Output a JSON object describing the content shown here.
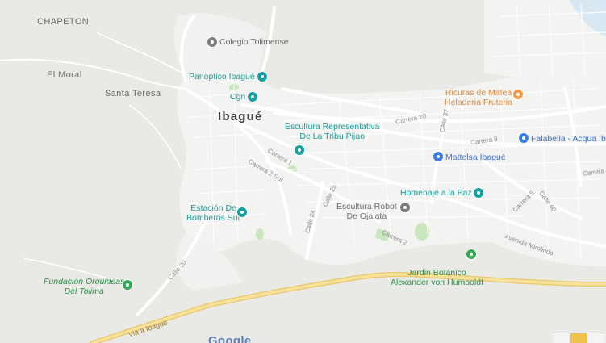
{
  "map": {
    "provider_logo": "Google",
    "places": {
      "chapeton": "CHAPETON",
      "el_moral": "El Moral",
      "santa_teresa": "Santa Teresa",
      "city": "Ibagué"
    },
    "pois": {
      "colegio": "Colegio Tolimense",
      "panoptico": "Panoptico Ibagué",
      "cgn": "Cgn",
      "escultura_rep_line1": "Escultura Representativa",
      "escultura_rep_line2": "De La Tribu Pijao",
      "ricuras_line1": "Ricuras de Matea",
      "ricuras_line2": "Heladeria Fruteria",
      "falabella": "Falabella - Acqua Iba",
      "mattelsa": "Mattelsa Ibagué",
      "homenaje": "Homenaje a la Paz",
      "robot_line1": "Escultura Robot",
      "robot_line2": "De Ojalata",
      "estacion_line1": "Estación De",
      "estacion_line2": "Bomberos Sur",
      "fundacion_line1": "Fundación Orquideas",
      "fundacion_line2": "Del Tolima",
      "jardin_line1": "Jardin Botánico",
      "jardin_line2": "Alexander von Humboldt"
    },
    "roads": {
      "carrera20": "Carrera 20",
      "calle37": "Calle 37",
      "carrera9": "Carrera 9",
      "carrera_right": "Carrera",
      "carrera1": "Carrera 1",
      "carrera2sur": "Carrera 2 Sur",
      "calle25": "Calle 25",
      "calle24": "Calle 24",
      "carrera2": "Carrera 2",
      "carrera5": "Carrera 5",
      "calle60": "Calle 60",
      "avenida_mirolindo": "Avenida Mirolindo",
      "calle20": "Calle 20",
      "via_ibague": "Via a Ibagué"
    },
    "colors": {
      "land": "#e9e9e6",
      "urban": "#f2f2f0",
      "road": "#ffffff",
      "highway": "#f6d77a",
      "park": "#c9e7bf",
      "poi_teal": "#14a0a0",
      "poi_blue": "#3b7be6",
      "poi_orange": "#f0994a",
      "poi_green": "#34a853"
    }
  }
}
